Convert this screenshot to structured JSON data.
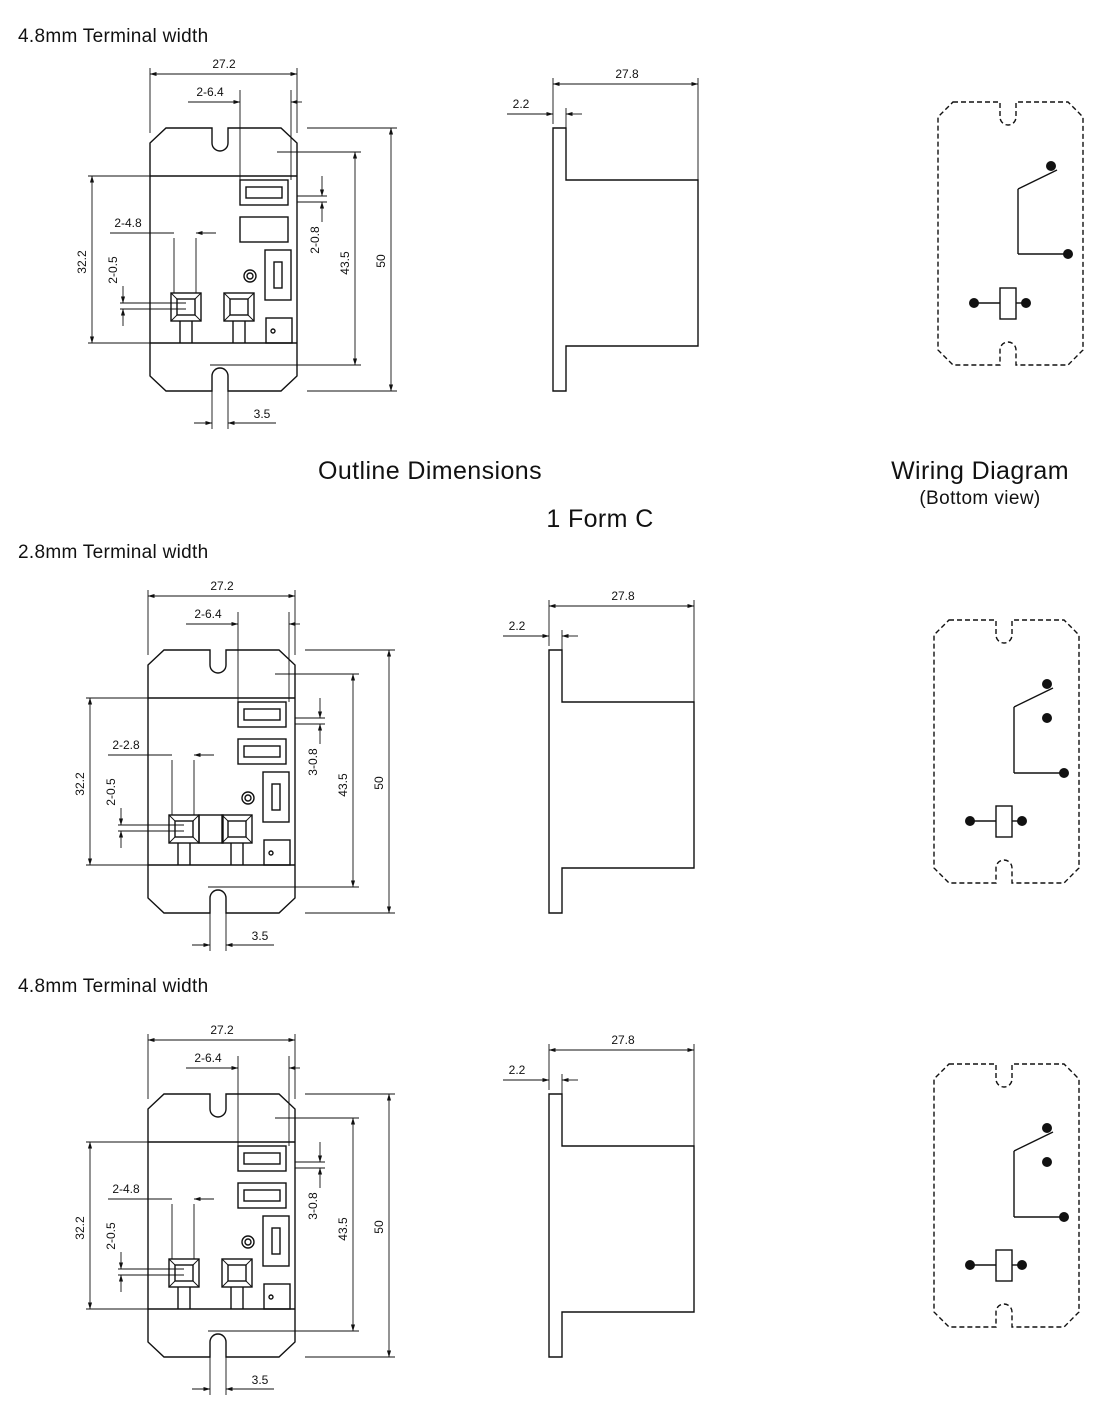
{
  "title": "Outline Dimensions",
  "form": "1 Form C",
  "wiring": {
    "title": "Wiring Diagram",
    "subtitle": "(Bottom view)"
  },
  "sections": [
    {
      "label": "4.8mm Terminal width",
      "variant": "a",
      "dims": {
        "width": "27.2",
        "slot": "2-6.4",
        "term": "2-4.8",
        "pin": "2-0.5",
        "pitch": "3.5",
        "contact": "2-0.8",
        "h322": "32.2",
        "h435": "43.5",
        "h50": "50",
        "side_w": "27.8",
        "flange": "2.2"
      }
    },
    {
      "label": "2.8mm Terminal width",
      "variant": "b",
      "dims": {
        "width": "27.2",
        "slot": "2-6.4",
        "term": "2-2.8",
        "pin": "2-0.5",
        "pitch": "3.5",
        "contact": "3-0.8",
        "h322": "32.2",
        "h435": "43.5",
        "h50": "50",
        "side_w": "27.8",
        "flange": "2.2"
      }
    },
    {
      "label": "4.8mm Terminal width",
      "variant": "c",
      "dims": {
        "width": "27.2",
        "slot": "2-6.4",
        "term": "2-4.8",
        "pin": "2-0.5",
        "pitch": "3.5",
        "contact": "3-0.8",
        "h322": "32.2",
        "h435": "43.5",
        "h50": "50",
        "side_w": "27.8",
        "flange": "2.2"
      }
    }
  ]
}
